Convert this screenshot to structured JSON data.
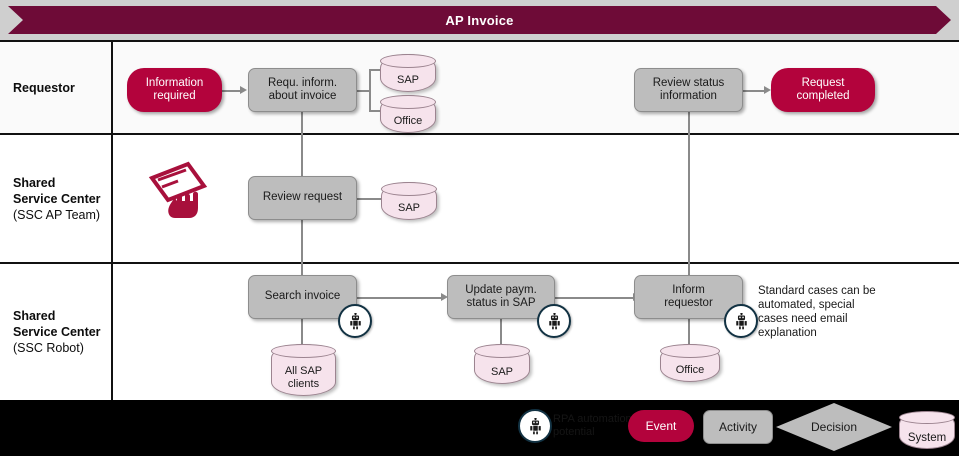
{
  "banner": {
    "title": "AP Invoice"
  },
  "lanes": [
    {
      "name": "requestor",
      "line1": "Requestor",
      "line2": "",
      "line3": ""
    },
    {
      "name": "ssc-ap-team",
      "line1": "Shared",
      "line2": "Service Center",
      "line3": "(SSC AP Team)"
    },
    {
      "name": "ssc-robot",
      "line1": "Shared",
      "line2": "Service Center",
      "line3": "(SSC Robot)"
    }
  ],
  "nodes": {
    "information_required": "Information required",
    "information_required_l1": "Information",
    "information_required_l2": "required",
    "requ_inform_l1": "Requ. inform.",
    "requ_inform_l2": "about invoice",
    "sap_1": "SAP",
    "office_1": "Office",
    "review_status_l1": "Review status",
    "review_status_l2": "information",
    "request_completed_l1": "Request",
    "request_completed_l2": "completed",
    "review_request": "Review request",
    "sap_2": "SAP",
    "search_invoice": "Search invoice",
    "all_sap_clients_l1": "All SAP",
    "all_sap_clients_l2": "clients",
    "update_paym_l1": "Update paym.",
    "update_paym_l2": "status in SAP",
    "sap_3": "SAP",
    "inform_requestor_l1": "Inform",
    "inform_requestor_l2": "requestor",
    "office_2": "Office"
  },
  "annotation": {
    "line1": "Standard cases can be",
    "line2": "automated, special",
    "line3": "cases need email",
    "line4": "explanation"
  },
  "legend": {
    "robot_label_l1": "RPA automation",
    "robot_label_l2": "potential",
    "event": "Event",
    "activity": "Activity",
    "decision": "Decision",
    "system": "System"
  },
  "colors": {
    "brand_dark": "#6e0b37",
    "event_red": "#b3033c",
    "activity_gray": "#bdbdbd",
    "system_pink": "#f6e3ec",
    "robot_ring": "#123243",
    "footer_black": "#000000",
    "banner_strip": "#cfcfcf"
  }
}
